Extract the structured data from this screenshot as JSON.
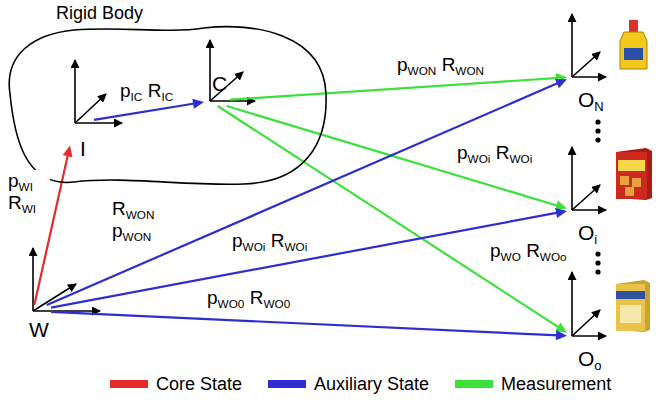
{
  "diagram": {
    "nodes": [
      {
        "text": [
          "Rigid Body"
        ]
      },
      {
        "text": [
          "I"
        ],
        "in": 0
      },
      {
        "text": [
          "C"
        ],
        "in": 0
      },
      {
        "text": [
          "ON"
        ]
      },
      {
        "text": [
          "Oi"
        ]
      },
      {
        "text": [
          "W"
        ]
      },
      {
        "text": [
          "Oo"
        ]
      }
    ],
    "edges": [
      {
        "from": 5,
        "to": 1,
        "arrow": "to",
        "label": "pWI RWI"
      },
      {
        "from": 1,
        "to": 2,
        "arrow": "to",
        "label": "pIC RIC"
      },
      {
        "from": 2,
        "to": 3,
        "arrow": "to",
        "label": "pWON RWON"
      },
      {
        "from": 2,
        "to": 4,
        "arrow": "to",
        "label": "pWOi RWOi"
      },
      {
        "from": 2,
        "to": 6,
        "arrow": "to",
        "label": "pWO RWOo"
      },
      {
        "from": 5,
        "to": 3,
        "arrow": "to",
        "label": "RWON pWON"
      },
      {
        "from": 5,
        "to": 4,
        "arrow": "to",
        "label": "pWOi RWOi"
      },
      {
        "from": 5,
        "to": 6,
        "arrow": "to",
        "label": "pWO0 RWO0"
      }
    ],
    "legend": [
      {
        "text": "Core State",
        "color": "#e52b2b"
      },
      {
        "text": "Auxiliary State",
        "color": "#2d2dd2"
      },
      {
        "text": "Measurement",
        "color": "#3de03d"
      }
    ]
  }
}
